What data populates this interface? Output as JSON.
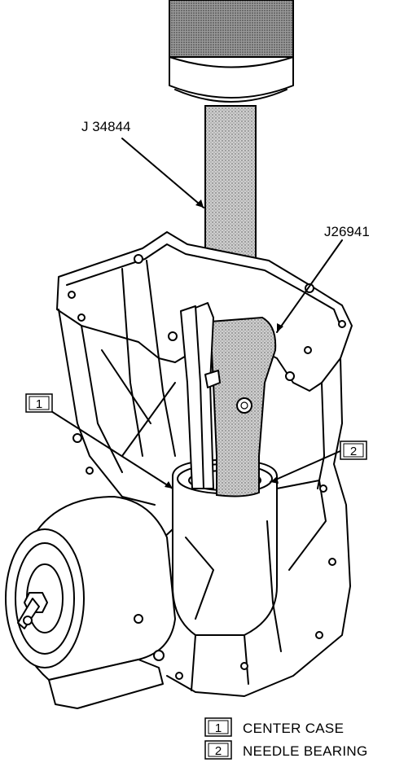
{
  "callouts": {
    "tool_a": "J 34844",
    "tool_b": "J26941",
    "item_1": "1",
    "item_2": "2"
  },
  "legend": [
    {
      "number": "1",
      "label": "CENTER CASE"
    },
    {
      "number": "2",
      "label": "NEEDLE BEARING"
    }
  ]
}
